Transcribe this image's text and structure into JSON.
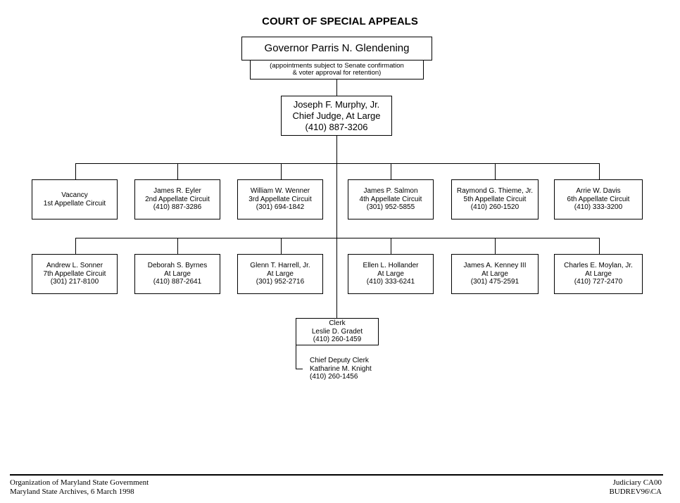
{
  "title": "COURT OF SPECIAL APPEALS",
  "governor": {
    "name": "Governor Parris N. Glendening",
    "note_line1": "(appointments subject to Senate confirmation",
    "note_line2": "& voter approval for retention)"
  },
  "chief_judge": {
    "name": "Joseph F. Murphy, Jr.",
    "title": "Chief Judge, At Large",
    "phone": "(410) 887-3206"
  },
  "judges_row1": [
    {
      "name": "Vacancy",
      "circuit": "1st Appellate Circuit",
      "phone": ""
    },
    {
      "name": "James R. Eyler",
      "circuit": "2nd Appellate Circuit",
      "phone": "(410) 887-3286"
    },
    {
      "name": "William W. Wenner",
      "circuit": "3rd Appellate Circuit",
      "phone": "(301) 694-1842"
    },
    {
      "name": "James P. Salmon",
      "circuit": "4th Appellate Circuit",
      "phone": "(301) 952-5855"
    },
    {
      "name": "Raymond G. Thieme, Jr.",
      "circuit": "5th Appellate Circuit",
      "phone": "(410) 260-1520"
    },
    {
      "name": "Arrie W. Davis",
      "circuit": "6th Appellate Circuit",
      "phone": "(410) 333-3200"
    }
  ],
  "judges_row2": [
    {
      "name": "Andrew L. Sonner",
      "circuit": "7th Appellate Circuit",
      "phone": "(301) 217-8100"
    },
    {
      "name": "Deborah S. Byrnes",
      "circuit": "At Large",
      "phone": "(410) 887-2641"
    },
    {
      "name": "Glenn T. Harrell, Jr.",
      "circuit": "At Large",
      "phone": "(301) 952-2716"
    },
    {
      "name": "Ellen L. Hollander",
      "circuit": "At Large",
      "phone": "(410) 333-6241"
    },
    {
      "name": "James A. Kenney III",
      "circuit": "At Large",
      "phone": "(301) 475-2591"
    },
    {
      "name": "Charles E. Moylan, Jr.",
      "circuit": "At Large",
      "phone": "(410) 727-2470"
    }
  ],
  "clerk": {
    "title": "Clerk",
    "name": "Leslie D. Gradet",
    "phone": "(410) 260-1459"
  },
  "deputy_clerk": {
    "title": "Chief Deputy Clerk",
    "name": "Katharine M. Knight",
    "phone": "(410) 260-1456"
  },
  "footer": {
    "left_line1": "Organization of Maryland State Government",
    "left_line2": "Maryland State Archives, 6 March 1998",
    "right_line1": "Judiciary CA00",
    "right_line2": "BUDREV96\\CA"
  }
}
